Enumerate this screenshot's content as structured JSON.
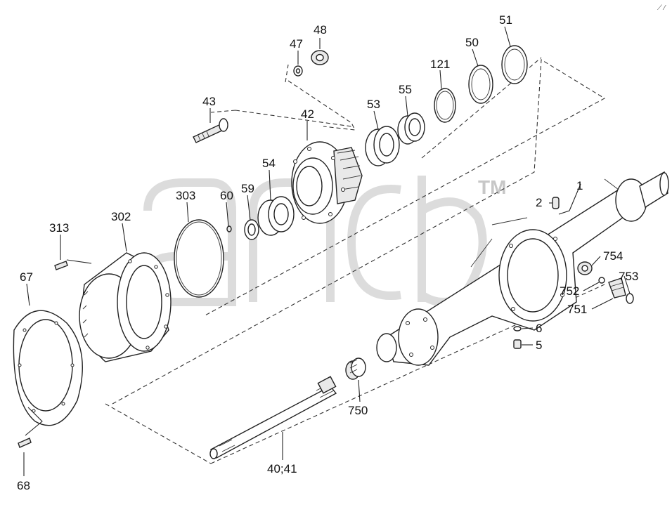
{
  "watermark": {
    "text": "TM"
  },
  "corner_mark": "⟋ ⁄",
  "part_numbers": {
    "p47": "47",
    "p48": "48",
    "p51": "51",
    "p50": "50",
    "p121": "121",
    "p55": "55",
    "p53": "53",
    "p43": "43",
    "p42": "42",
    "p54": "54",
    "p303": "303",
    "p60": "60",
    "p59": "59",
    "p1": "1",
    "p2": "2",
    "p313": "313",
    "p302": "302",
    "p67": "67",
    "p754": "754",
    "p753": "753",
    "p752": "752",
    "p751": "751",
    "p6": "6",
    "p5": "5",
    "p750": "750",
    "p40_41": "40;41",
    "p68": "68"
  }
}
